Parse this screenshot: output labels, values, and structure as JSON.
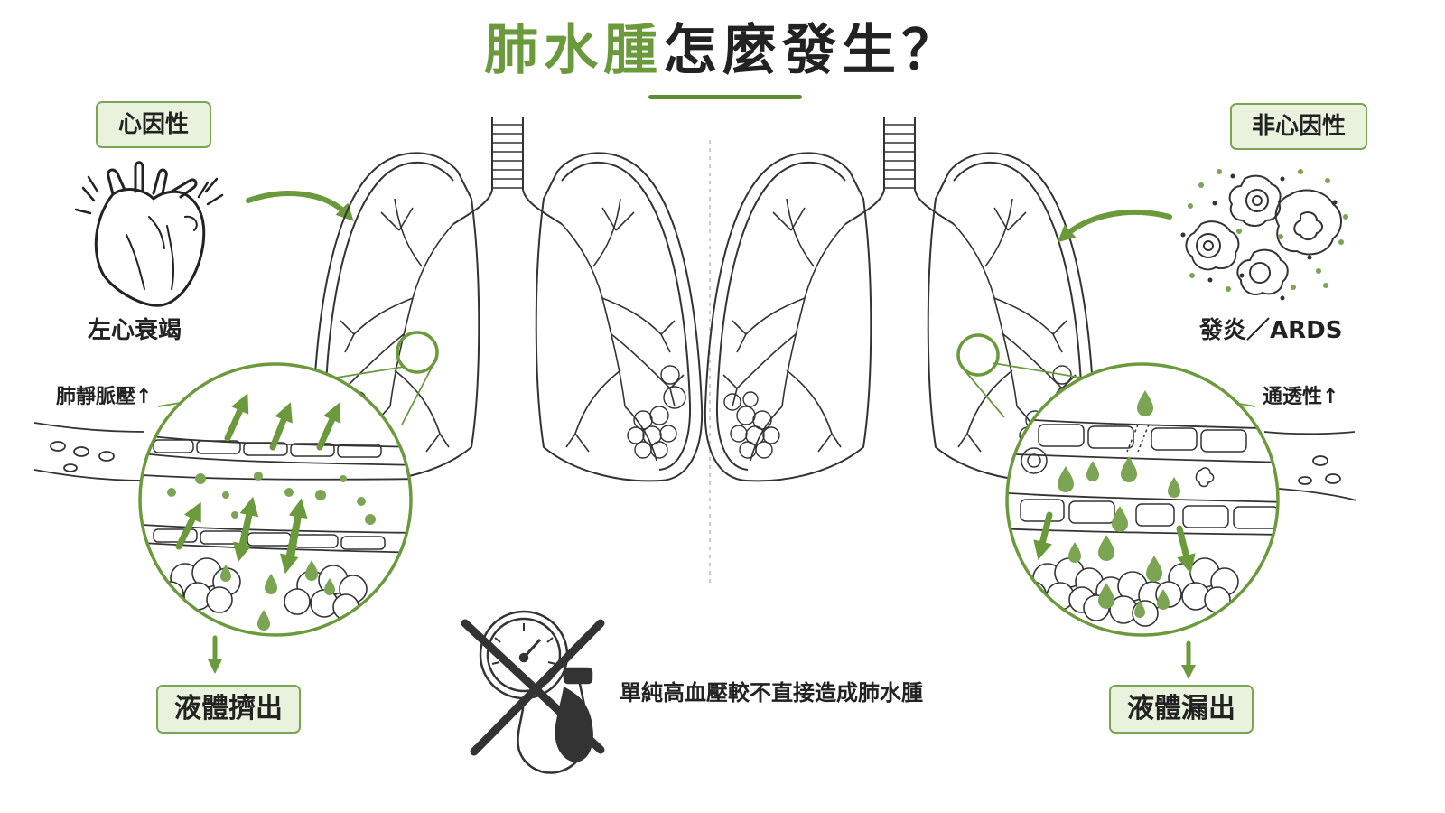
{
  "title": {
    "highlight": "肺水腫",
    "rest": "怎麼發生？"
  },
  "cardiogenic": {
    "tag": "心因性",
    "cause": "左心衰竭",
    "pressure": "肺靜脈壓↑",
    "result": "液體擠出",
    "icon": "heart-icon"
  },
  "noncardiogenic": {
    "tag": "非心因性",
    "cause": "發炎／ARDS",
    "permeability": "通透性↑",
    "result": "液體漏出",
    "icon": "inflammation-cells-icon"
  },
  "hypertension_note": "單純高血壓較不直接造成肺水腫",
  "colors": {
    "accent": "#6a9a3c",
    "accent_dark": "#5e8b35",
    "tag_bg": "#e9f2dc",
    "line": "#333333"
  }
}
